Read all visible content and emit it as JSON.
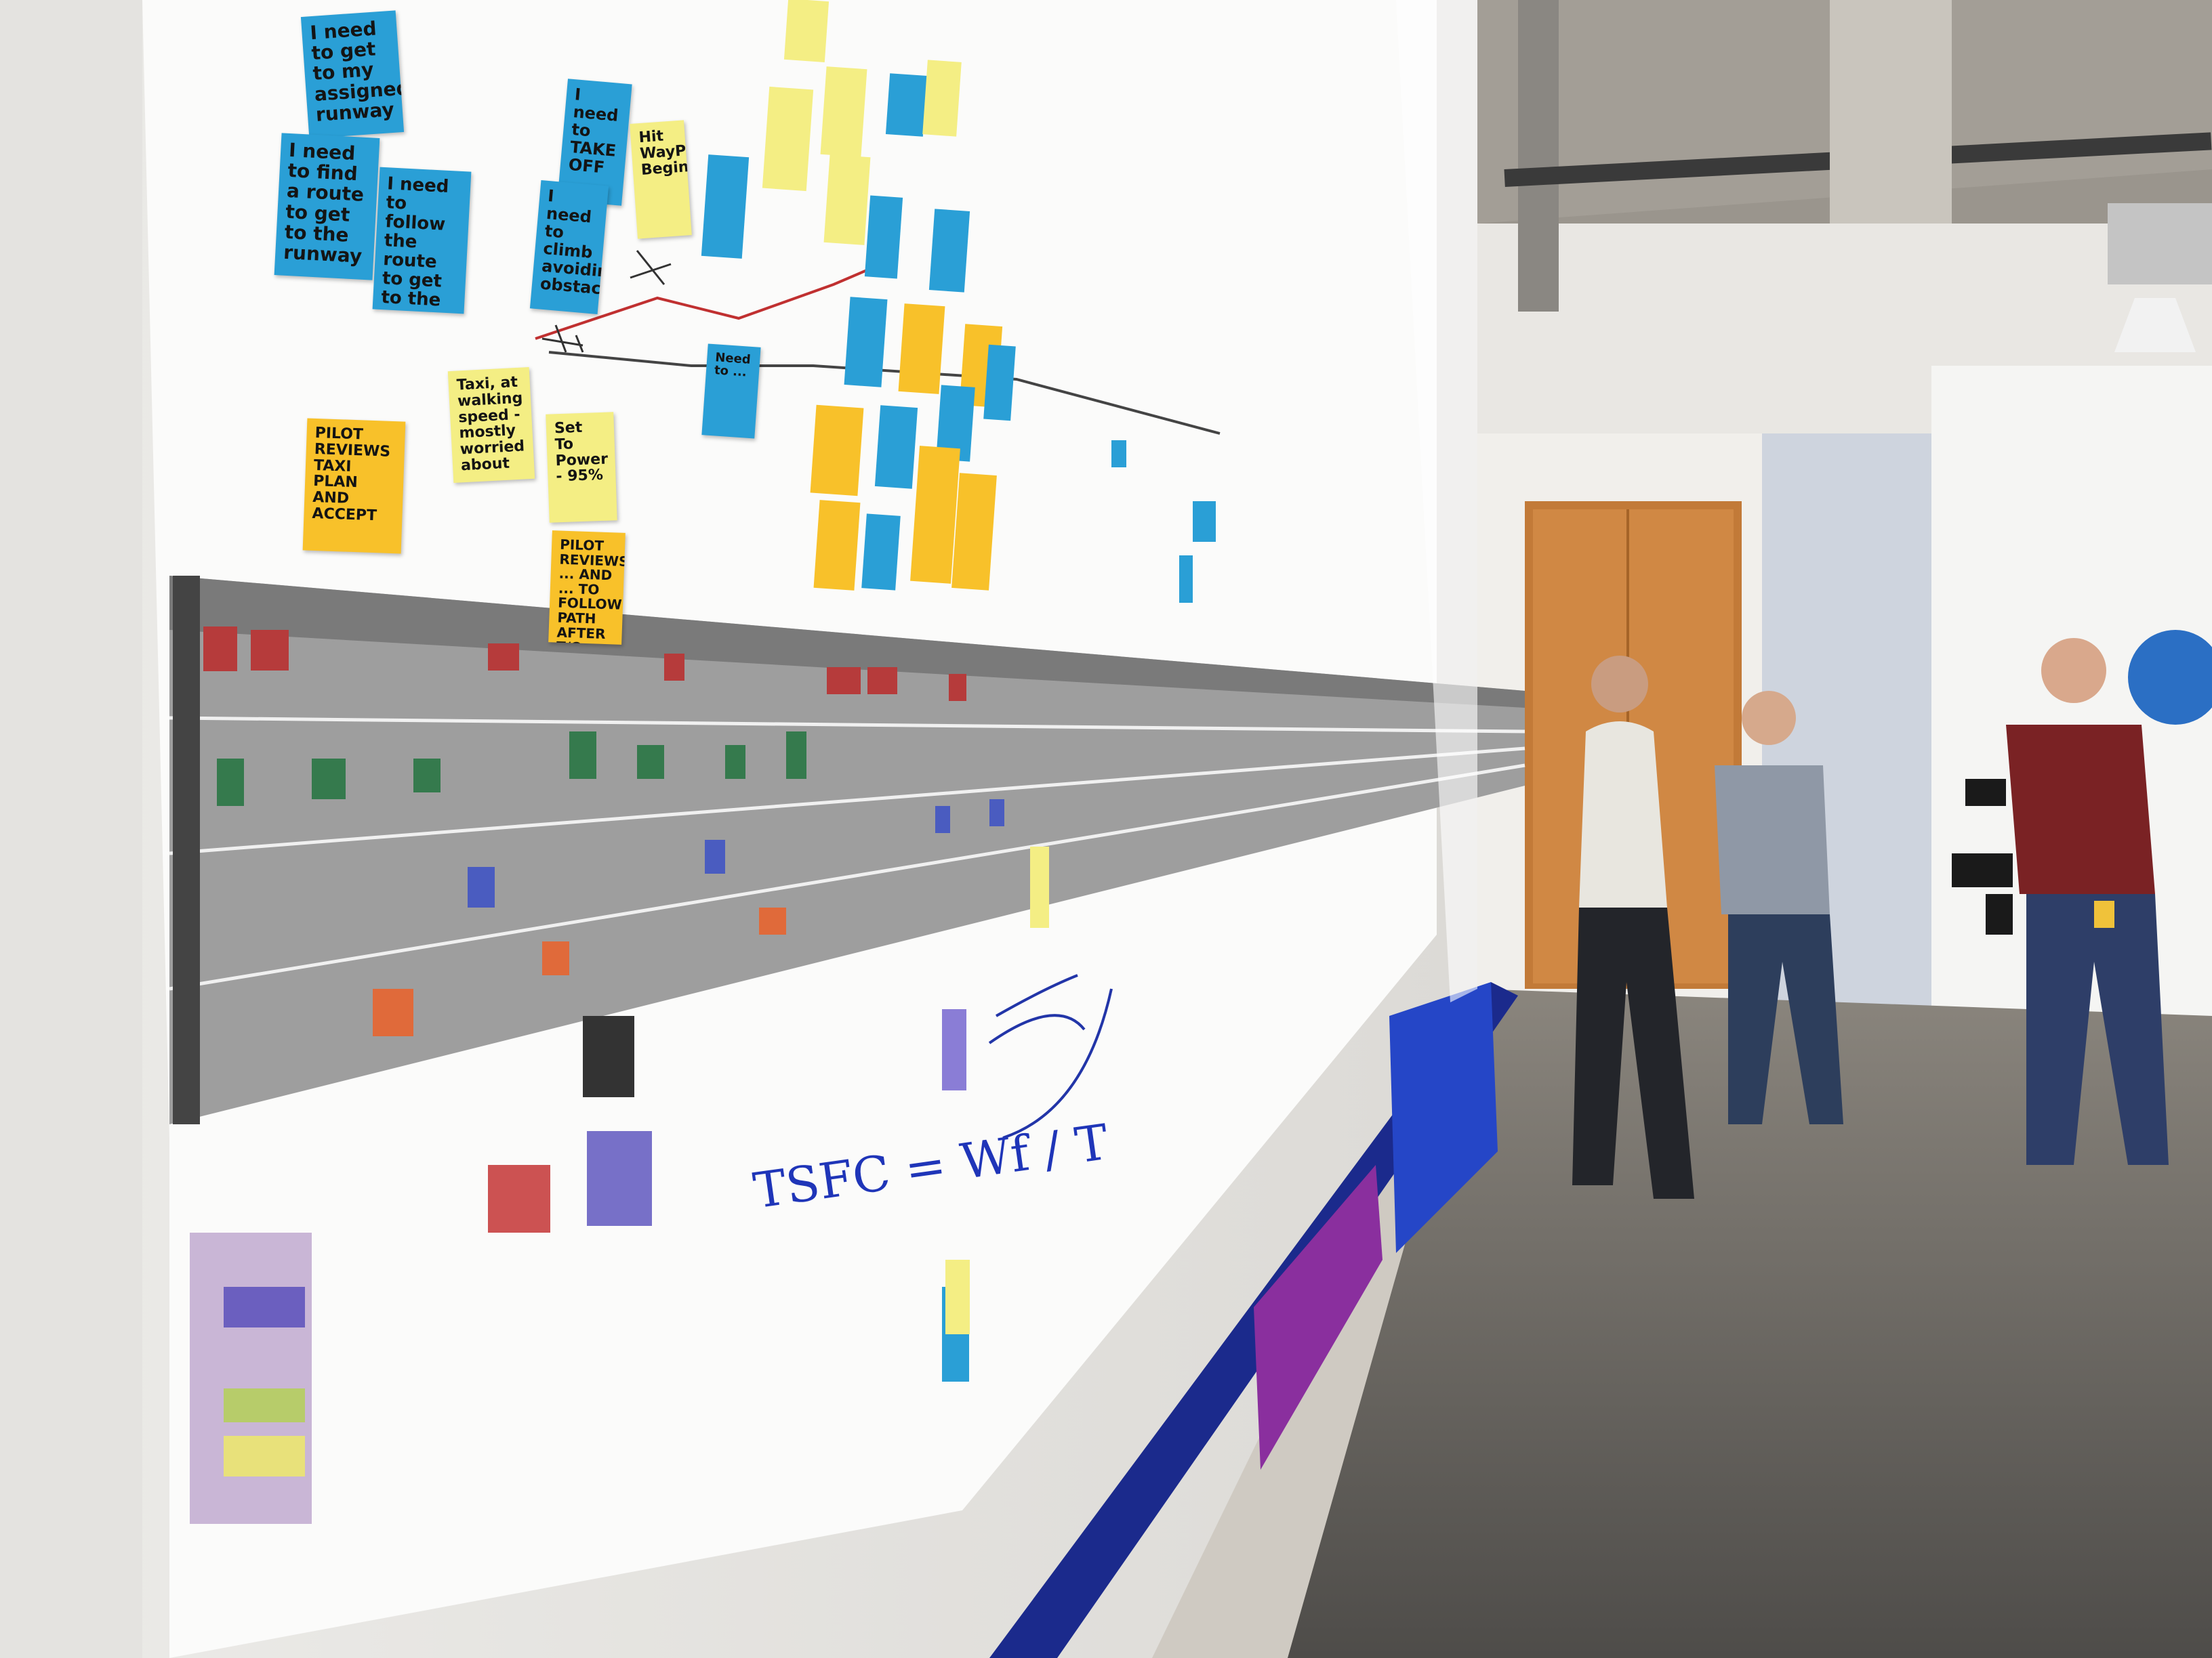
{
  "colors": {
    "blue_note": "#2a9fd6",
    "yellow_note": "#f4ee84",
    "orange_note": "#f8c12a",
    "wall": "#f4f4f2",
    "floor": "#5f5d5a",
    "lane_grey": "#a6a6a6",
    "purple_bench": "#8a2f9e",
    "navy_bench": "#1b2a8c"
  },
  "notes": {
    "n1": "I need to get to my assigned runway",
    "n2": "I need to find a route to get to the runway",
    "n3": "I need to follow the route to get to the runway",
    "n4": "I need to TAKE OFF",
    "n5": "I need to climb avoiding obstacles",
    "n6": "Hit WayPt Begin",
    "n7": "Taxi, at walking speed - mostly worried about ...",
    "n8": "Set To Power - 95%",
    "n9": "PILOT REVIEWS TAXI PLAN AND ACCEPT",
    "n10": "PILOT REVIEWS ... AND ... TO FOLLOW PATH AFTER T/O",
    "n11": "Need to ..."
  },
  "whiteboard": {
    "equation": "TSFC = Wf / T"
  },
  "icons": [
    "airplane-sketch",
    "employee-badge"
  ]
}
